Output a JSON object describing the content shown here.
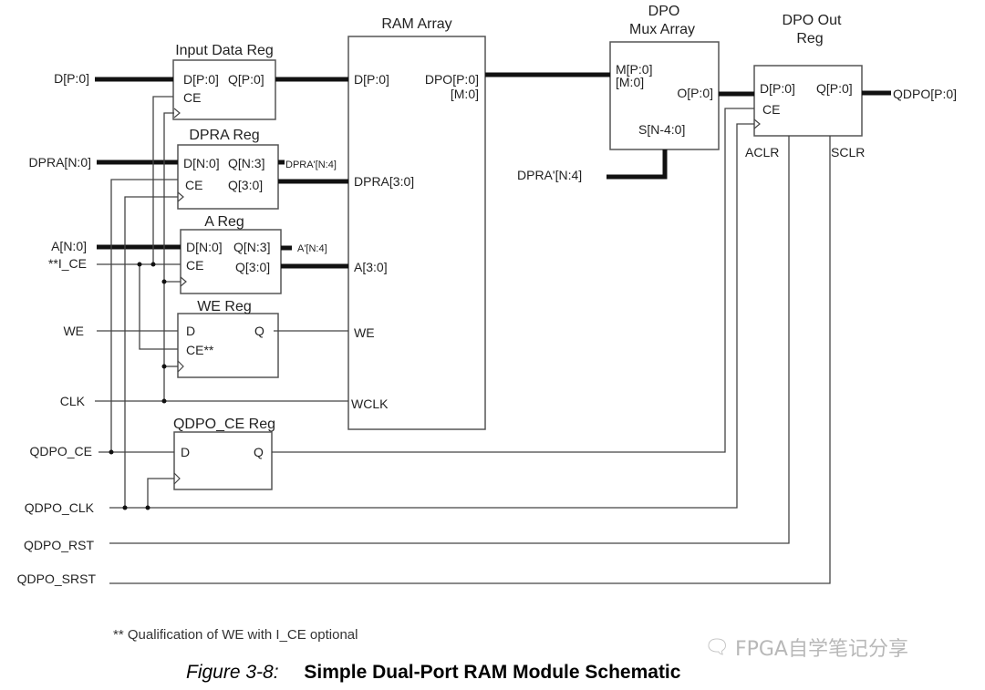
{
  "blocks": {
    "input_data_reg": {
      "title": "Input Data Reg",
      "ports": [
        "D[P:0]",
        "Q[P:0]",
        "CE"
      ]
    },
    "dpra_reg": {
      "title": "DPRA Reg",
      "ports": [
        "D[N:0]",
        "Q[N:3]",
        "CE",
        "Q[3:0]"
      ],
      "out_upper": "DPRA'[N:4]"
    },
    "a_reg": {
      "title": "A Reg",
      "ports": [
        "D[N:0]",
        "Q[N:3]",
        "CE",
        "Q[3:0]"
      ],
      "out_upper": "A'[N:4]"
    },
    "we_reg": {
      "title": "WE Reg",
      "ports": [
        "D",
        "Q",
        "CE**"
      ]
    },
    "qdpo_ce_reg": {
      "title": "QDPO_CE Reg",
      "ports": [
        "D",
        "Q"
      ]
    },
    "ram_array": {
      "title": "RAM Array",
      "ports": [
        "D[P:0]",
        "DPO[P:0]",
        "[M:0]",
        "DPRA[3:0]",
        "A[3:0]",
        "WE",
        "WCLK"
      ]
    },
    "dpo_mux": {
      "title_line1": "DPO",
      "title_line2": "Mux Array",
      "ports": [
        "M[P:0]",
        "[M:0]",
        "O[P:0]",
        "S[N-4:0]"
      ],
      "select_input": "DPRA'[N:4]"
    },
    "dpo_out_reg": {
      "title_line1": "DPO Out",
      "title_line2": "Reg",
      "ports": [
        "D[P:0]",
        "Q[P:0]",
        "CE",
        "ACLR",
        "SCLR"
      ],
      "output": "QDPO[P:0]"
    }
  },
  "inputs": [
    "D[P:0]",
    "DPRA[N:0]",
    "A[N:0]",
    "**I_CE",
    "WE",
    "CLK",
    "QDPO_CE",
    "QDPO_CLK",
    "QDPO_RST",
    "QDPO_SRST"
  ],
  "footnote": "** Qualification of WE with I_CE optional",
  "caption": {
    "figure": "Figure 3-8:",
    "text": "Simple Dual-Port RAM Module Schematic"
  },
  "watermark": {
    "icon": "wechat-icon",
    "text": "FPGA自学笔记分享"
  }
}
